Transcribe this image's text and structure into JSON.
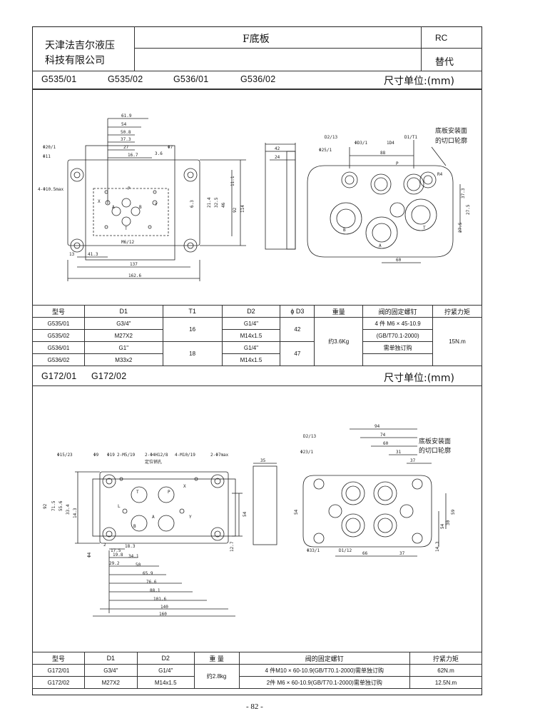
{
  "header": {
    "company_line1": "天津法吉尔液压",
    "company_line2": "科技有限公司",
    "title": "F底板",
    "code": "RC",
    "replace": "替代"
  },
  "section1": {
    "models": [
      "G535/01",
      "G535/02",
      "G536/01",
      "G536/02"
    ],
    "unit_label": "尺寸单位:(mm)",
    "drawing": {
      "front_dims": [
        "61.9",
        "54",
        "50.8",
        "37.3",
        "27",
        "16.7",
        "3.6",
        "Φ20/1",
        "Φ11",
        "Φ7",
        "4-Φ10.5max",
        "11.1",
        "6.3",
        "21.4",
        "32.5",
        "46",
        "92",
        "114",
        "M6/12",
        "13",
        "41.3",
        "137",
        "162.6",
        "X",
        "P",
        "A",
        "B",
        "Y",
        "T"
      ],
      "side_dims": [
        "42",
        "24"
      ],
      "bottom_dims": [
        "D2/13",
        "ΦD3/1",
        "1D4",
        "D1/T1",
        "Φ25/1",
        "88",
        "37.3",
        "27.5",
        "27.5",
        "60",
        "R4"
      ],
      "note_line1": "底板安装面",
      "note_line2": "的切口轮廓"
    },
    "table": {
      "headers": [
        "型号",
        "D1",
        "T1",
        "D2",
        "ϕ D3",
        "重量",
        "阀的固定螺钉",
        "拧紧力矩"
      ],
      "rows": [
        [
          "G535/01",
          "G3/4\"",
          "G1/4\""
        ],
        [
          "G535/02",
          "M27X2",
          "M14x1.5"
        ],
        [
          "G536/01",
          "G1\"",
          "G1/4\""
        ],
        [
          "G536/02",
          "M33x2",
          "M14x1.5"
        ]
      ],
      "t1_a": "16",
      "t1_b": "18",
      "d3_a": "42",
      "d3_b": "47",
      "weight": "约3.6Kg",
      "screw_line1": "4 件 M6 × 45-10.9",
      "screw_line2": "(GB/T70.1-2000)",
      "screw_line3": "需单独订购",
      "torque": "15N.m"
    }
  },
  "section2": {
    "models": [
      "G172/01",
      "G172/02"
    ],
    "unit_label": "尺寸单位:(mm)",
    "drawing": {
      "front_dims": [
        "Φ15/23",
        "Φ9",
        "Φ19",
        "2-M5/19",
        "2-Φ4H12/8",
        "定位销孔",
        "4-M10/19",
        "2-Φ7max",
        "92",
        "71.5",
        "55.6",
        "33.4",
        "14.3",
        "54",
        "12.7",
        "Φ4",
        "2",
        "17.5",
        "18.3",
        "19.8",
        "29.2",
        "34.1",
        "50",
        "65.9",
        "76.6",
        "88.1",
        "101.6",
        "140",
        "160",
        "X",
        "Y",
        "P",
        "L",
        "A",
        "B",
        "T"
      ],
      "side_dims": [
        "35"
      ],
      "bottom_dims": [
        "94",
        "74",
        "60",
        "31",
        "37",
        "D2/13",
        "Φ23/1",
        "Φ33/1",
        "D1/12",
        "66",
        "37",
        "54",
        "59",
        "30",
        "54",
        "14.3"
      ],
      "note_line1": "底板安装面",
      "note_line2": "的切口轮廓"
    },
    "table": {
      "headers": [
        "型号",
        "D1",
        "D2",
        "重 量",
        "阀的固定螺钉",
        "拧紧力矩"
      ],
      "rows": [
        [
          "G172/01",
          "G3/4\"",
          "G1/4\"",
          "4 件M10 × 60-10.9(GB/T70.1-2000)需单独订购",
          "62N.m"
        ],
        [
          "G172/02",
          "M27X2",
          "M14x1.5",
          "2件 M6 × 60-10.9(GB/T70.1-2000)需单独订购",
          "12.5N.m"
        ]
      ],
      "weight": "约2.8kg"
    }
  },
  "footer": {
    "page": "- 82 -"
  }
}
